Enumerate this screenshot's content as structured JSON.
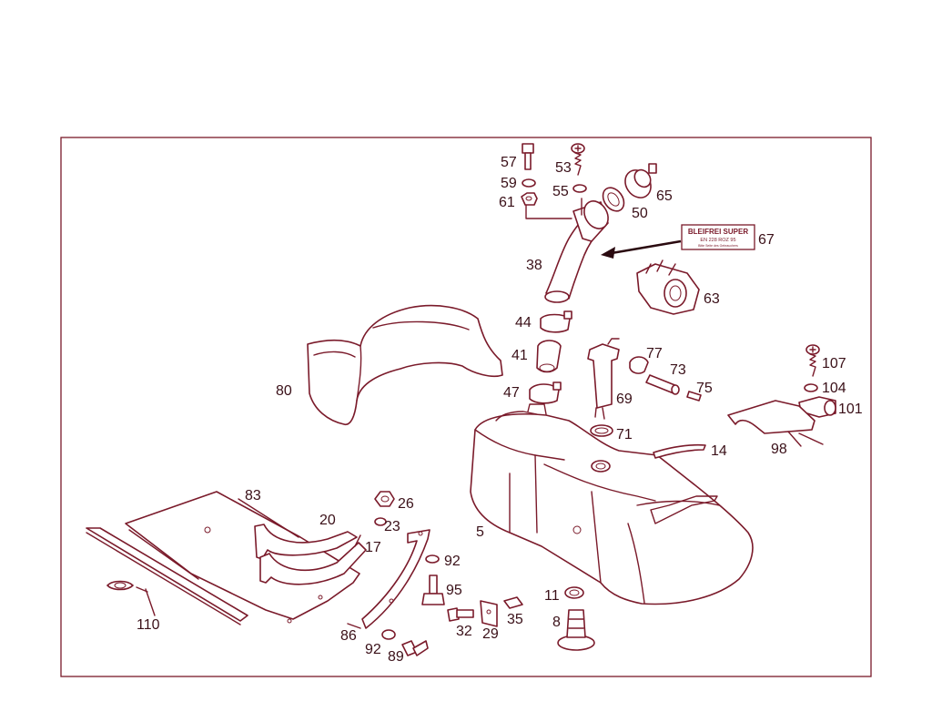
{
  "diagram": {
    "line_color": "#7a1a2a",
    "label_color": "#3a1018",
    "background": "#ffffff",
    "labels": {
      "p57": "57",
      "p53": "53",
      "p59": "59",
      "p55": "55",
      "p61": "61",
      "p65": "65",
      "p50": "50",
      "p67": "67",
      "p38": "38",
      "p63": "63",
      "p44": "44",
      "p41": "41",
      "p47": "47",
      "p77": "77",
      "p73": "73",
      "p75": "75",
      "p69": "69",
      "p71": "71",
      "p107": "107",
      "p104": "104",
      "p101": "101",
      "p98": "98",
      "p14": "14",
      "p80": "80",
      "p83": "83",
      "p26": "26",
      "p20": "20",
      "p23": "23",
      "p17": "17",
      "p5": "5",
      "p92a": "92",
      "p95": "95",
      "p110": "110",
      "p86": "86",
      "p32": "32",
      "p29": "29",
      "p35": "35",
      "p11": "11",
      "p8": "8",
      "p92b": "92",
      "p89": "89"
    },
    "decal": {
      "line1": "BLEIFREI SUPER",
      "line2": "EN 228 ROZ 95",
      "line3": "Bitte Seite des Gebrauchers"
    }
  }
}
